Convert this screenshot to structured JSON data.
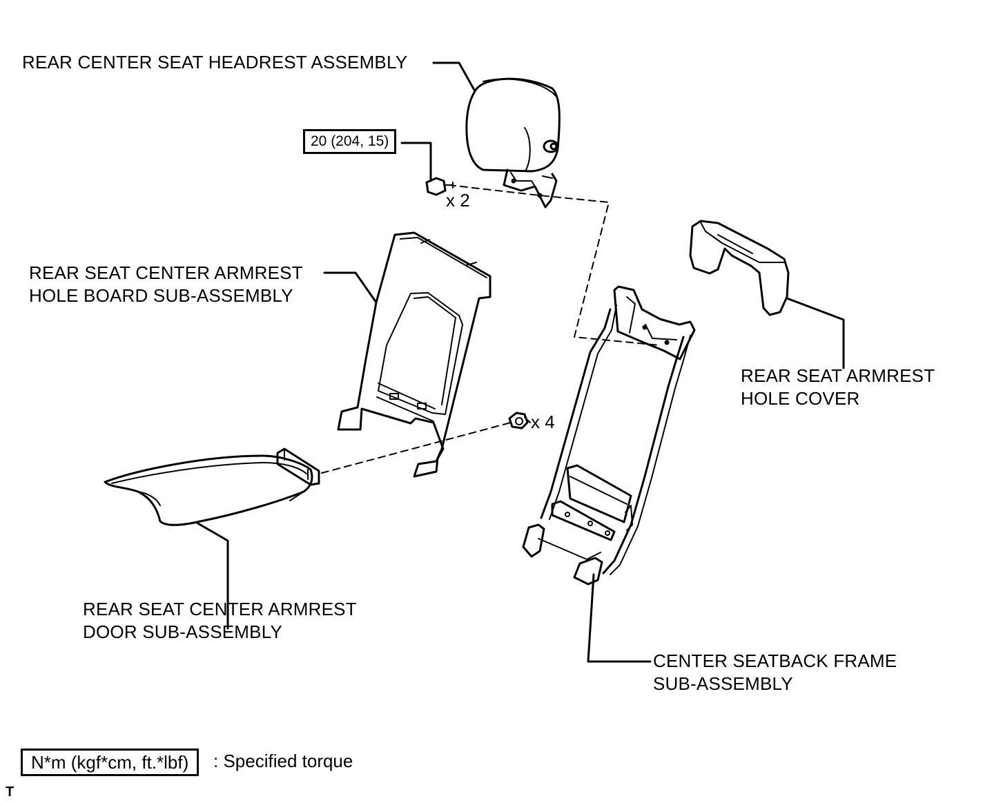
{
  "labels": {
    "headrest": "REAR CENTER SEAT HEADREST ASSEMBLY",
    "hole_board": [
      "REAR SEAT CENTER ARMREST",
      "HOLE BOARD SUB-ASSEMBLY"
    ],
    "armrest_door": [
      "REAR SEAT CENTER ARMREST",
      "DOOR SUB-ASSEMBLY"
    ],
    "hole_cover": [
      "REAR SEAT ARMREST",
      "HOLE COVER"
    ],
    "seatback_frame": [
      "CENTER SEATBACK FRAME",
      "SUB-ASSEMBLY"
    ]
  },
  "fasteners": {
    "headrest_bolt_torque": "20 (204, 15)",
    "headrest_bolt_qty": "x 2",
    "armrest_screw_qty": "x 4"
  },
  "legend": {
    "box_text": "N*m (kgf*cm, ft.*lbf)",
    "description": ": Specified torque"
  },
  "corner_mark": "T"
}
